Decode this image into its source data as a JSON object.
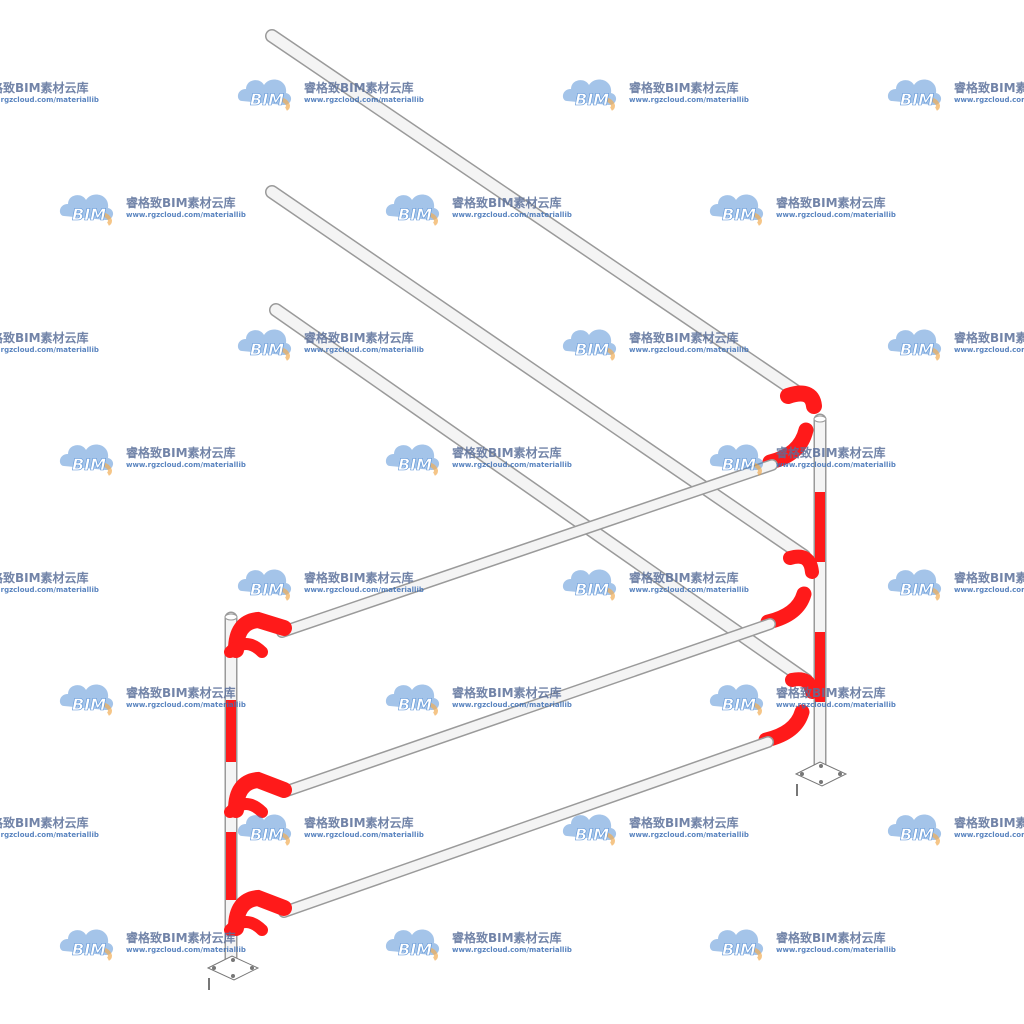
{
  "watermark": {
    "logo_text": "BIM",
    "brand_text": "睿格致BIM素材云库",
    "url_text": "www.rgzcloud.com/materiallib",
    "icon": "cloud-logo-icon"
  },
  "colors": {
    "pipe_white": "#f2f2f2",
    "pipe_red": "#ff1a1a",
    "pipe_outline": "#9a9a9a",
    "watermark_blue": "#3d7fcf",
    "watermark_orange": "#f0a038",
    "watermark_text": "#5a6f9a"
  }
}
